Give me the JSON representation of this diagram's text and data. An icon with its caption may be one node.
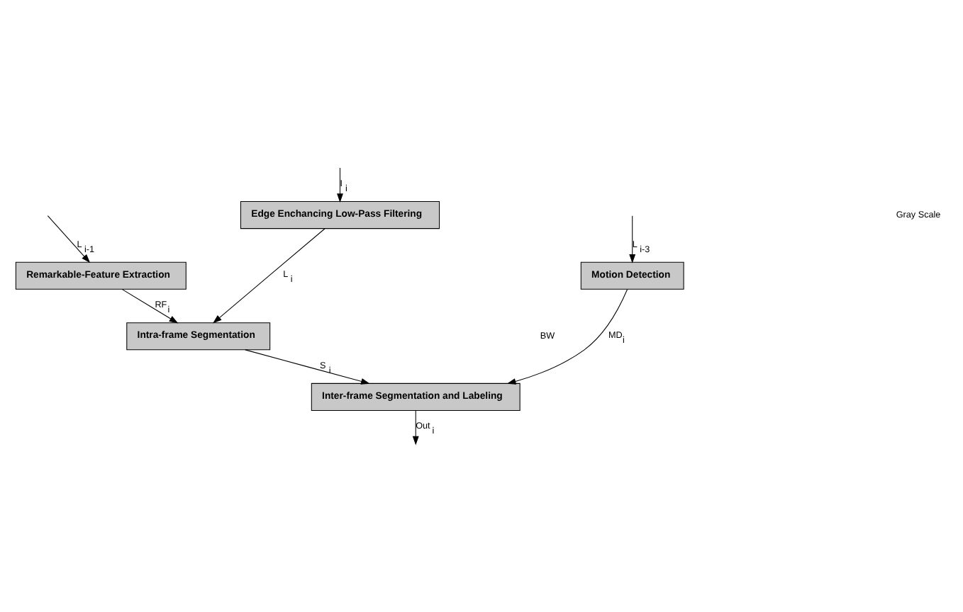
{
  "diagram": {
    "nodes": [
      {
        "text": [
          "Edge Enchancing Low-Pass Filtering"
        ]
      },
      {
        "text": [
          "Remarkable-Feature Extraction"
        ]
      },
      {
        "text": [
          "Motion Detection"
        ]
      },
      {
        "text": [
          "Intra-frame Segmentation"
        ]
      },
      {
        "text": [
          "Inter-frame Segmentation and Labeling"
        ]
      }
    ],
    "edges": [
      {
        "from": null,
        "to": 0,
        "arrow": "to",
        "label": "I $_{i}$"
      },
      {
        "from": null,
        "to": 1,
        "arrow": "to",
        "label": "L $_{i-1}$"
      },
      {
        "from": 0,
        "to": 3,
        "arrow": "to",
        "label": "L $_{i}$"
      },
      {
        "from": null,
        "to": 2,
        "arrow": "to",
        "label": "L $_{i-3}$"
      },
      {
        "from": 1,
        "to": 3,
        "arrow": "to",
        "label": "RF$_{i}$"
      },
      {
        "from": 3,
        "to": 4,
        "arrow": "to",
        "label": "S $_{i}$"
      },
      {
        "from": 2,
        "to": 4,
        "arrow": "to",
        "label": "MD$_{i}$"
      },
      {
        "from": 4,
        "to": null,
        "arrow": "to",
        "label": "Out $_{i}$"
      }
    ],
    "labels": [
      "Gray Scale",
      "BW"
    ]
  }
}
